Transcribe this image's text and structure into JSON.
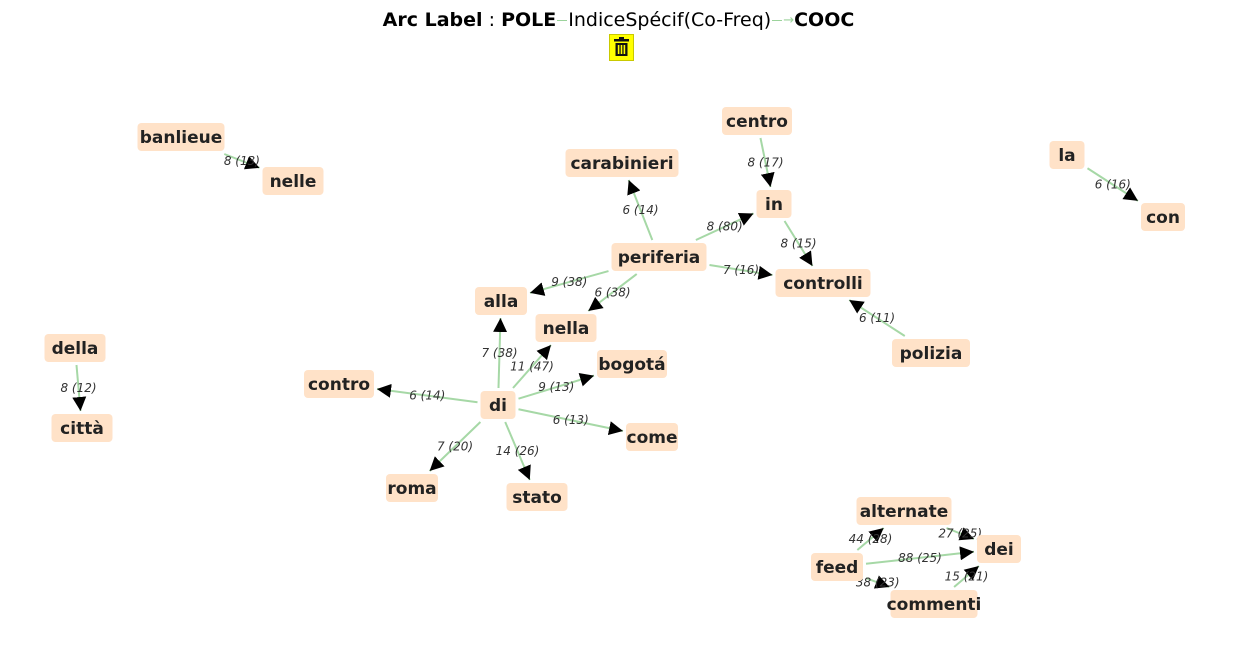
{
  "header": {
    "prefix": "Arc Label",
    "colon": ":",
    "source": "POLE",
    "metric": "IndiceSpécif(Co-Freq)",
    "target": "COOC"
  },
  "nodes": [
    {
      "id": "banlieue",
      "label": "banlieue"
    },
    {
      "id": "nelle",
      "label": "nelle"
    },
    {
      "id": "carabinieri",
      "label": "carabinieri"
    },
    {
      "id": "centro",
      "label": "centro"
    },
    {
      "id": "in",
      "label": "in"
    },
    {
      "id": "la",
      "label": "la"
    },
    {
      "id": "con",
      "label": "con"
    },
    {
      "id": "periferia",
      "label": "periferia"
    },
    {
      "id": "controlli",
      "label": "controlli"
    },
    {
      "id": "alla",
      "label": "alla"
    },
    {
      "id": "nella",
      "label": "nella"
    },
    {
      "id": "della",
      "label": "della"
    },
    {
      "id": "citta",
      "label": "città"
    },
    {
      "id": "polizia",
      "label": "polizia"
    },
    {
      "id": "bogota",
      "label": "bogotá"
    },
    {
      "id": "contro",
      "label": "contro"
    },
    {
      "id": "di",
      "label": "di"
    },
    {
      "id": "come",
      "label": "come"
    },
    {
      "id": "roma",
      "label": "roma"
    },
    {
      "id": "stato",
      "label": "stato"
    },
    {
      "id": "alternate",
      "label": "alternate"
    },
    {
      "id": "dei",
      "label": "dei"
    },
    {
      "id": "feed",
      "label": "feed"
    },
    {
      "id": "commenti",
      "label": "commenti"
    }
  ],
  "edges": [
    {
      "from": "banlieue",
      "to": "nelle",
      "label": "8 (13)"
    },
    {
      "from": "centro",
      "to": "in",
      "label": "8 (17)"
    },
    {
      "from": "periferia",
      "to": "carabinieri",
      "label": "6 (14)"
    },
    {
      "from": "periferia",
      "to": "in",
      "label": "8 (80)"
    },
    {
      "from": "in",
      "to": "controlli",
      "label": "8 (15)"
    },
    {
      "from": "la",
      "to": "con",
      "label": "6 (16)"
    },
    {
      "from": "periferia",
      "to": "alla",
      "label": "9 (38)"
    },
    {
      "from": "periferia",
      "to": "nella",
      "label": "6 (38)"
    },
    {
      "from": "periferia",
      "to": "controlli",
      "label": "7 (16)"
    },
    {
      "from": "polizia",
      "to": "controlli",
      "label": "6 (11)"
    },
    {
      "from": "della",
      "to": "citta",
      "label": "8 (12)"
    },
    {
      "from": "di",
      "to": "alla",
      "label": "7 (38)"
    },
    {
      "from": "di",
      "to": "nella",
      "label": "11 (47)"
    },
    {
      "from": "di",
      "to": "bogota",
      "label": "9 (13)"
    },
    {
      "from": "di",
      "to": "contro",
      "label": "6 (14)"
    },
    {
      "from": "di",
      "to": "come",
      "label": "6 (13)"
    },
    {
      "from": "di",
      "to": "roma",
      "label": "7 (20)"
    },
    {
      "from": "di",
      "to": "stato",
      "label": "14 (26)"
    },
    {
      "from": "feed",
      "to": "alternate",
      "label": "44 (28)"
    },
    {
      "from": "alternate",
      "to": "dei",
      "label": "27 (25)"
    },
    {
      "from": "feed",
      "to": "dei",
      "label": "88 (25)"
    },
    {
      "from": "feed",
      "to": "commenti",
      "label": "38 (23)"
    },
    {
      "from": "commenti",
      "to": "dei",
      "label": "15 (21)"
    }
  ]
}
